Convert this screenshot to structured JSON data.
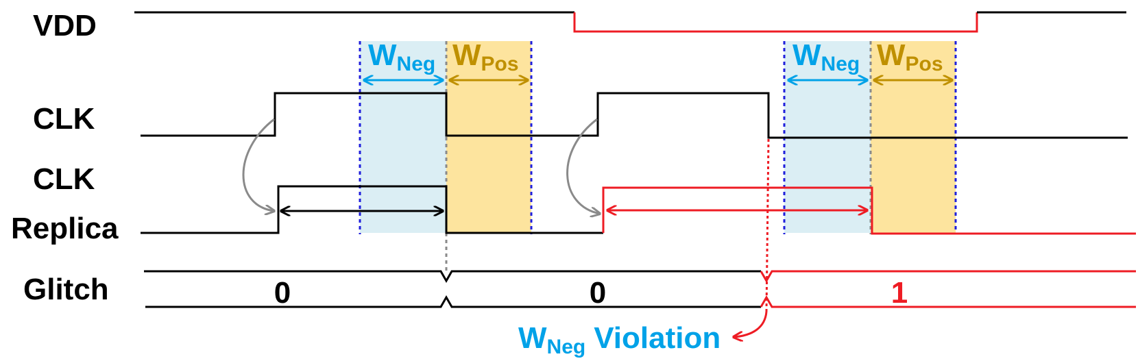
{
  "signals": {
    "vdd": "VDD",
    "clk": "CLK",
    "replica_line1": "CLK",
    "replica_line2": "Replica",
    "glitch": "Glitch"
  },
  "windows": {
    "neg_main": "W",
    "neg_sub": "Neg",
    "pos_main": "W",
    "pos_sub": "Pos"
  },
  "glitch_values": [
    "0",
    "0",
    "1"
  ],
  "violation": {
    "w_main": "W",
    "w_sub": "Neg",
    "text": "Violation"
  },
  "colors": {
    "normal": "#000000",
    "fault": "#ee1c24",
    "neg_window_fill": "#dbeef4",
    "pos_window_fill": "#fde49e",
    "neg_label": "#00a2e8",
    "pos_label": "#bf9000",
    "window_edge": "#1f1fdc",
    "center_edge": "#8a8a8a",
    "arc": "#8a8a8a"
  }
}
